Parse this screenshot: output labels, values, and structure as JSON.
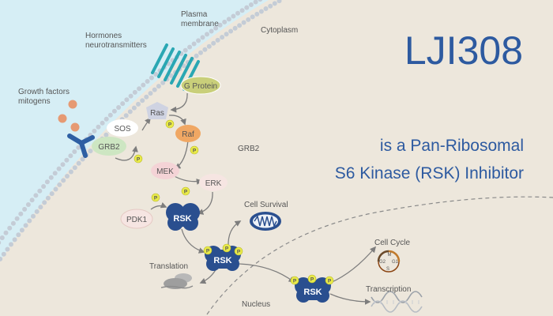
{
  "title": "LJI308",
  "subtitle_line1": "is a Pan-Ribosomal",
  "subtitle_line2": "S6 Kinase (RSK) Inhibitor",
  "labels": {
    "plasma_membrane": "Plasma\nmembrane",
    "cytoplasm": "Cytoplasm",
    "hormones": "Hormones\nneurotransmitters",
    "growth_factors": "Growth factors\nmitogens",
    "grb2_floating": "GRB2",
    "cell_survival": "Cell Survival",
    "translation": "Translation",
    "cell_cycle": "Cell Cycle",
    "transcription": "Transcription",
    "nucleus": "Nucleus"
  },
  "nodes": {
    "g_protein": "G Protein",
    "ras": "Ras",
    "raf": "Raf",
    "sos": "SOS",
    "grb2": "GRB2",
    "mek": "MEK",
    "erk": "ERK",
    "pdk1": "PDK1",
    "rsk1": "RSK",
    "rsk2": "RSK",
    "rsk3": "RSK"
  },
  "phospho": "P",
  "cycle_phases": [
    "M",
    "G1",
    "S",
    "G2"
  ],
  "colors": {
    "background": "#ede7dc",
    "extracellular": "#d6eef5",
    "title": "#2d5aa0",
    "rsk": "#2a4f8f",
    "receptor": "#2e5fa3",
    "membrane_dot": "#c4ccd6",
    "gprotein_receptor": "#2aa7b3",
    "g_protein_fill": "#c9cf7a",
    "raf_fill": "#f0a763",
    "ras_fill": "#cfd3e2",
    "grb2_fill": "#cde6c2",
    "mek_fill": "#f4d3d6",
    "erk_fill": "#f6e5e2",
    "phospho_fill": "#e9ea49",
    "ligand": "#e69a73",
    "arrow": "#7d7d7d"
  }
}
